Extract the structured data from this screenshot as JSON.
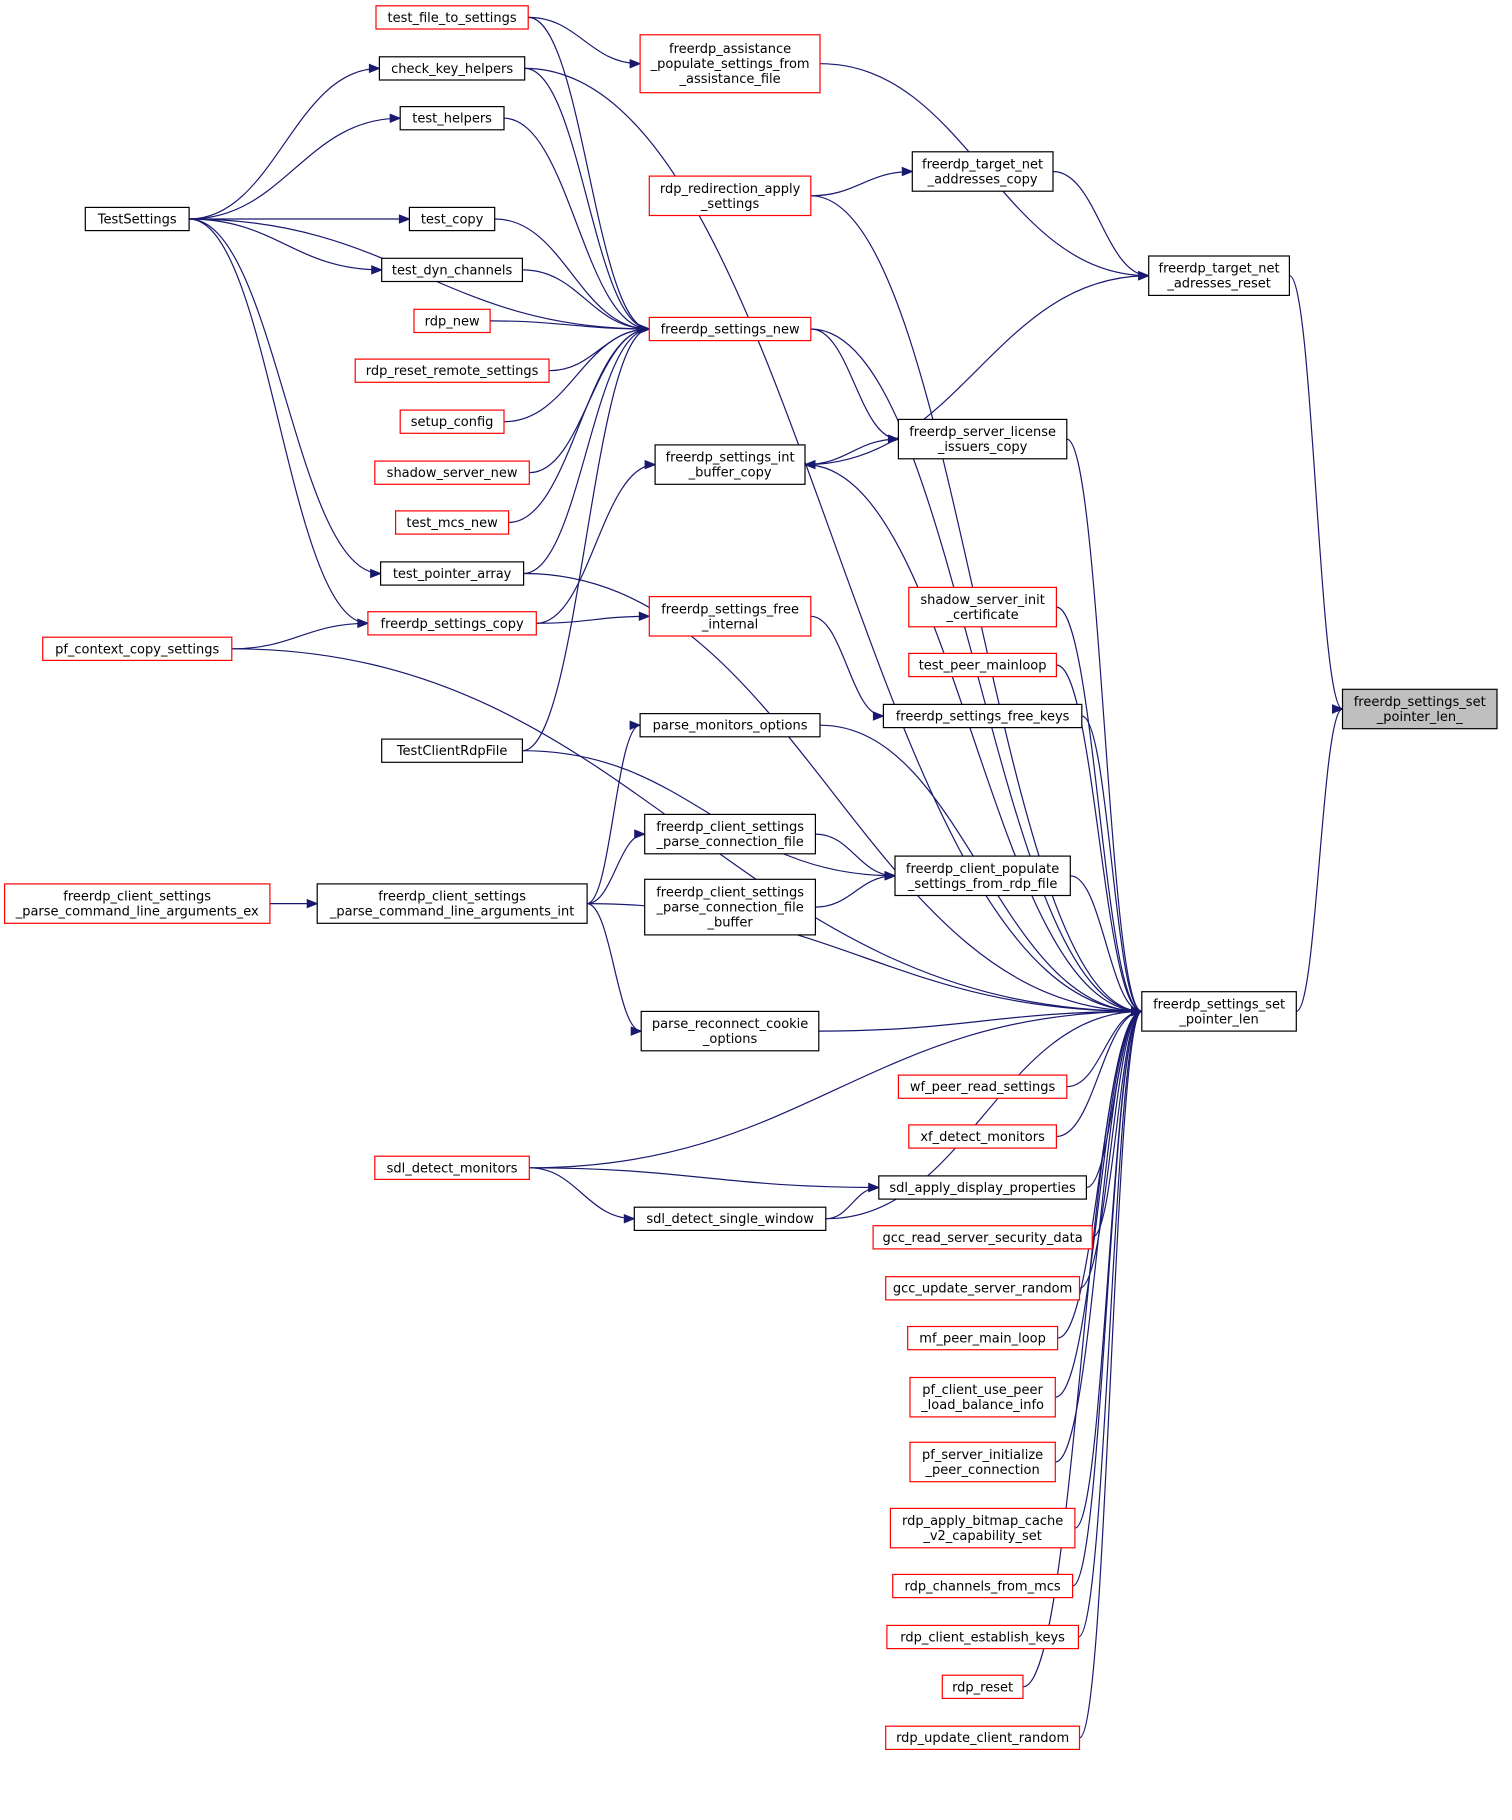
{
  "colors": {
    "edge": "#191970",
    "border_normal": "#000000",
    "border_truncated": "#ff0000",
    "target_fill": "#bfbfbf",
    "background": "#ffffff"
  },
  "nodes": [
    {
      "id": "target",
      "lines": [
        "freerdp_settings_set",
        "_pointer_len_"
      ],
      "style": "target"
    },
    {
      "id": "set_len",
      "lines": [
        "freerdp_settings_set",
        "_pointer_len"
      ],
      "style": "normal"
    },
    {
      "id": "target_net_reset",
      "lines": [
        "freerdp_target_net",
        "_adresses_reset"
      ],
      "style": "normal"
    },
    {
      "id": "target_net_copy",
      "lines": [
        "freerdp_target_net",
        "_addresses_copy"
      ],
      "style": "normal"
    },
    {
      "id": "assistance",
      "lines": [
        "freerdp_assistance",
        "_populate_settings_from",
        "_assistance_file"
      ],
      "style": "truncated"
    },
    {
      "id": "redir_apply",
      "lines": [
        "rdp_redirection_apply",
        "_settings"
      ],
      "style": "truncated"
    },
    {
      "id": "test_file_to_settings",
      "lines": [
        "test_file_to_settings"
      ],
      "style": "truncated"
    },
    {
      "id": "check_key_helpers",
      "lines": [
        "check_key_helpers"
      ],
      "style": "normal"
    },
    {
      "id": "test_helpers",
      "lines": [
        "test_helpers"
      ],
      "style": "normal"
    },
    {
      "id": "TestSettings",
      "lines": [
        "TestSettings"
      ],
      "style": "normal"
    },
    {
      "id": "test_copy",
      "lines": [
        "test_copy"
      ],
      "style": "normal"
    },
    {
      "id": "test_dyn_channels",
      "lines": [
        "test_dyn_channels"
      ],
      "style": "normal"
    },
    {
      "id": "settings_new",
      "lines": [
        "freerdp_settings_new"
      ],
      "style": "truncated"
    },
    {
      "id": "rdp_new",
      "lines": [
        "rdp_new"
      ],
      "style": "truncated"
    },
    {
      "id": "rdp_reset_remote",
      "lines": [
        "rdp_reset_remote_settings"
      ],
      "style": "truncated"
    },
    {
      "id": "setup_config",
      "lines": [
        "setup_config"
      ],
      "style": "truncated"
    },
    {
      "id": "shadow_server_new",
      "lines": [
        "shadow_server_new"
      ],
      "style": "truncated"
    },
    {
      "id": "test_mcs_new",
      "lines": [
        "test_mcs_new"
      ],
      "style": "truncated"
    },
    {
      "id": "test_pointer_array",
      "lines": [
        "test_pointer_array"
      ],
      "style": "normal"
    },
    {
      "id": "settings_copy",
      "lines": [
        "freerdp_settings_copy"
      ],
      "style": "truncated"
    },
    {
      "id": "pf_context_copy",
      "lines": [
        "pf_context_copy_settings"
      ],
      "style": "truncated"
    },
    {
      "id": "TestClientRdpFile",
      "lines": [
        "TestClientRdpFile"
      ],
      "style": "normal"
    },
    {
      "id": "int_buffer_copy",
      "lines": [
        "freerdp_settings_int",
        "_buffer_copy"
      ],
      "style": "normal"
    },
    {
      "id": "license_copy",
      "lines": [
        "freerdp_server_license",
        "_issuers_copy"
      ],
      "style": "normal"
    },
    {
      "id": "free_internal",
      "lines": [
        "freerdp_settings_free",
        "_internal"
      ],
      "style": "truncated"
    },
    {
      "id": "free_keys",
      "lines": [
        "freerdp_settings_free_keys"
      ],
      "style": "normal"
    },
    {
      "id": "shadow_init_cert",
      "lines": [
        "shadow_server_init",
        "_certificate"
      ],
      "style": "truncated"
    },
    {
      "id": "test_peer_mainloop",
      "lines": [
        "test_peer_mainloop"
      ],
      "style": "truncated"
    },
    {
      "id": "parse_monitors",
      "lines": [
        "parse_monitors_options"
      ],
      "style": "normal"
    },
    {
      "id": "parse_conn_file",
      "lines": [
        "freerdp_client_settings",
        "_parse_connection_file"
      ],
      "style": "normal"
    },
    {
      "id": "parse_conn_file_buf",
      "lines": [
        "freerdp_client_settings",
        "_parse_connection_file",
        "_buffer"
      ],
      "style": "normal"
    },
    {
      "id": "populate_rdp_file",
      "lines": [
        "freerdp_client_populate",
        "_settings_from_rdp_file"
      ],
      "style": "normal"
    },
    {
      "id": "parse_cmd_ex",
      "lines": [
        "freerdp_client_settings",
        "_parse_command_line_arguments_ex"
      ],
      "style": "truncated"
    },
    {
      "id": "parse_cmd_int",
      "lines": [
        "freerdp_client_settings",
        "_parse_command_line_arguments_int"
      ],
      "style": "normal"
    },
    {
      "id": "parse_reconnect",
      "lines": [
        "parse_reconnect_cookie",
        "_options"
      ],
      "style": "normal"
    },
    {
      "id": "wf_peer_read",
      "lines": [
        "wf_peer_read_settings"
      ],
      "style": "truncated"
    },
    {
      "id": "xf_detect",
      "lines": [
        "xf_detect_monitors"
      ],
      "style": "truncated"
    },
    {
      "id": "sdl_detect_monitors",
      "lines": [
        "sdl_detect_monitors"
      ],
      "style": "truncated"
    },
    {
      "id": "sdl_apply_display",
      "lines": [
        "sdl_apply_display_properties"
      ],
      "style": "normal"
    },
    {
      "id": "sdl_detect_single",
      "lines": [
        "sdl_detect_single_window"
      ],
      "style": "normal"
    },
    {
      "id": "gcc_read_server",
      "lines": [
        "gcc_read_server_security_data"
      ],
      "style": "truncated"
    },
    {
      "id": "gcc_update_random",
      "lines": [
        "gcc_update_server_random"
      ],
      "style": "truncated"
    },
    {
      "id": "mf_peer_main_loop",
      "lines": [
        "mf_peer_main_loop"
      ],
      "style": "truncated"
    },
    {
      "id": "pf_client_use_peer",
      "lines": [
        "pf_client_use_peer",
        "_load_balance_info"
      ],
      "style": "truncated"
    },
    {
      "id": "pf_server_init_peer",
      "lines": [
        "pf_server_initialize",
        "_peer_connection"
      ],
      "style": "truncated"
    },
    {
      "id": "rdp_apply_bitmap",
      "lines": [
        "rdp_apply_bitmap_cache",
        "_v2_capability_set"
      ],
      "style": "truncated"
    },
    {
      "id": "rdp_channels_mcs",
      "lines": [
        "rdp_channels_from_mcs"
      ],
      "style": "truncated"
    },
    {
      "id": "rdp_client_keys",
      "lines": [
        "rdp_client_establish_keys"
      ],
      "style": "truncated"
    },
    {
      "id": "rdp_reset",
      "lines": [
        "rdp_reset"
      ],
      "style": "truncated"
    },
    {
      "id": "rdp_update_random",
      "lines": [
        "rdp_update_client_random"
      ],
      "style": "truncated"
    }
  ],
  "edges": [
    [
      "set_len",
      "target"
    ],
    [
      "target_net_reset",
      "target"
    ],
    [
      "assistance",
      "target_net_reset"
    ],
    [
      "target_net_copy",
      "target_net_reset"
    ],
    [
      "int_buffer_copy",
      "target_net_reset"
    ],
    [
      "redir_apply",
      "target_net_copy"
    ],
    [
      "test_file_to_settings",
      "assistance"
    ],
    [
      "test_file_to_settings",
      "settings_new"
    ],
    [
      "TestSettings",
      "check_key_helpers"
    ],
    [
      "TestSettings",
      "test_helpers"
    ],
    [
      "TestSettings",
      "test_copy"
    ],
    [
      "TestSettings",
      "test_dyn_channels"
    ],
    [
      "TestSettings",
      "settings_new"
    ],
    [
      "TestSettings",
      "test_pointer_array"
    ],
    [
      "TestSettings",
      "settings_copy"
    ],
    [
      "check_key_helpers",
      "settings_new"
    ],
    [
      "check_key_helpers",
      "set_len"
    ],
    [
      "test_helpers",
      "settings_new"
    ],
    [
      "test_copy",
      "settings_new"
    ],
    [
      "test_dyn_channels",
      "settings_new"
    ],
    [
      "rdp_new",
      "settings_new"
    ],
    [
      "rdp_reset_remote",
      "settings_new"
    ],
    [
      "setup_config",
      "settings_new"
    ],
    [
      "shadow_server_new",
      "settings_new"
    ],
    [
      "test_mcs_new",
      "settings_new"
    ],
    [
      "test_pointer_array",
      "settings_new"
    ],
    [
      "test_pointer_array",
      "set_len"
    ],
    [
      "TestClientRdpFile",
      "settings_new"
    ],
    [
      "TestClientRdpFile",
      "populate_rdp_file"
    ],
    [
      "settings_copy",
      "int_buffer_copy"
    ],
    [
      "settings_copy",
      "free_internal"
    ],
    [
      "pf_context_copy",
      "settings_copy"
    ],
    [
      "pf_context_copy",
      "set_len"
    ],
    [
      "settings_new",
      "license_copy"
    ],
    [
      "settings_new",
      "set_len"
    ],
    [
      "license_copy",
      "int_buffer_copy"
    ],
    [
      "license_copy",
      "set_len"
    ],
    [
      "int_buffer_copy",
      "set_len"
    ],
    [
      "redir_apply",
      "set_len"
    ],
    [
      "free_internal",
      "free_keys"
    ],
    [
      "free_keys",
      "set_len"
    ],
    [
      "shadow_init_cert",
      "set_len"
    ],
    [
      "test_peer_mainloop",
      "set_len"
    ],
    [
      "parse_monitors",
      "set_len"
    ],
    [
      "parse_conn_file",
      "populate_rdp_file"
    ],
    [
      "parse_conn_file_buf",
      "populate_rdp_file"
    ],
    [
      "populate_rdp_file",
      "set_len"
    ],
    [
      "parse_cmd_ex",
      "parse_cmd_int"
    ],
    [
      "parse_cmd_int",
      "parse_monitors"
    ],
    [
      "parse_cmd_int",
      "parse_conn_file"
    ],
    [
      "parse_cmd_int",
      "parse_reconnect"
    ],
    [
      "parse_cmd_int",
      "set_len"
    ],
    [
      "parse_reconnect",
      "set_len"
    ],
    [
      "wf_peer_read",
      "set_len"
    ],
    [
      "xf_detect",
      "set_len"
    ],
    [
      "sdl_detect_monitors",
      "set_len"
    ],
    [
      "sdl_detect_monitors",
      "sdl_apply_display"
    ],
    [
      "sdl_detect_monitors",
      "sdl_detect_single"
    ],
    [
      "sdl_detect_single",
      "sdl_apply_display"
    ],
    [
      "sdl_detect_single",
      "set_len"
    ],
    [
      "sdl_apply_display",
      "set_len"
    ],
    [
      "gcc_read_server",
      "set_len"
    ],
    [
      "gcc_update_random",
      "set_len"
    ],
    [
      "mf_peer_main_loop",
      "set_len"
    ],
    [
      "pf_client_use_peer",
      "set_len"
    ],
    [
      "pf_server_init_peer",
      "set_len"
    ],
    [
      "rdp_apply_bitmap",
      "set_len"
    ],
    [
      "rdp_channels_mcs",
      "set_len"
    ],
    [
      "rdp_client_keys",
      "set_len"
    ],
    [
      "rdp_reset",
      "set_len"
    ],
    [
      "rdp_update_random",
      "set_len"
    ]
  ]
}
